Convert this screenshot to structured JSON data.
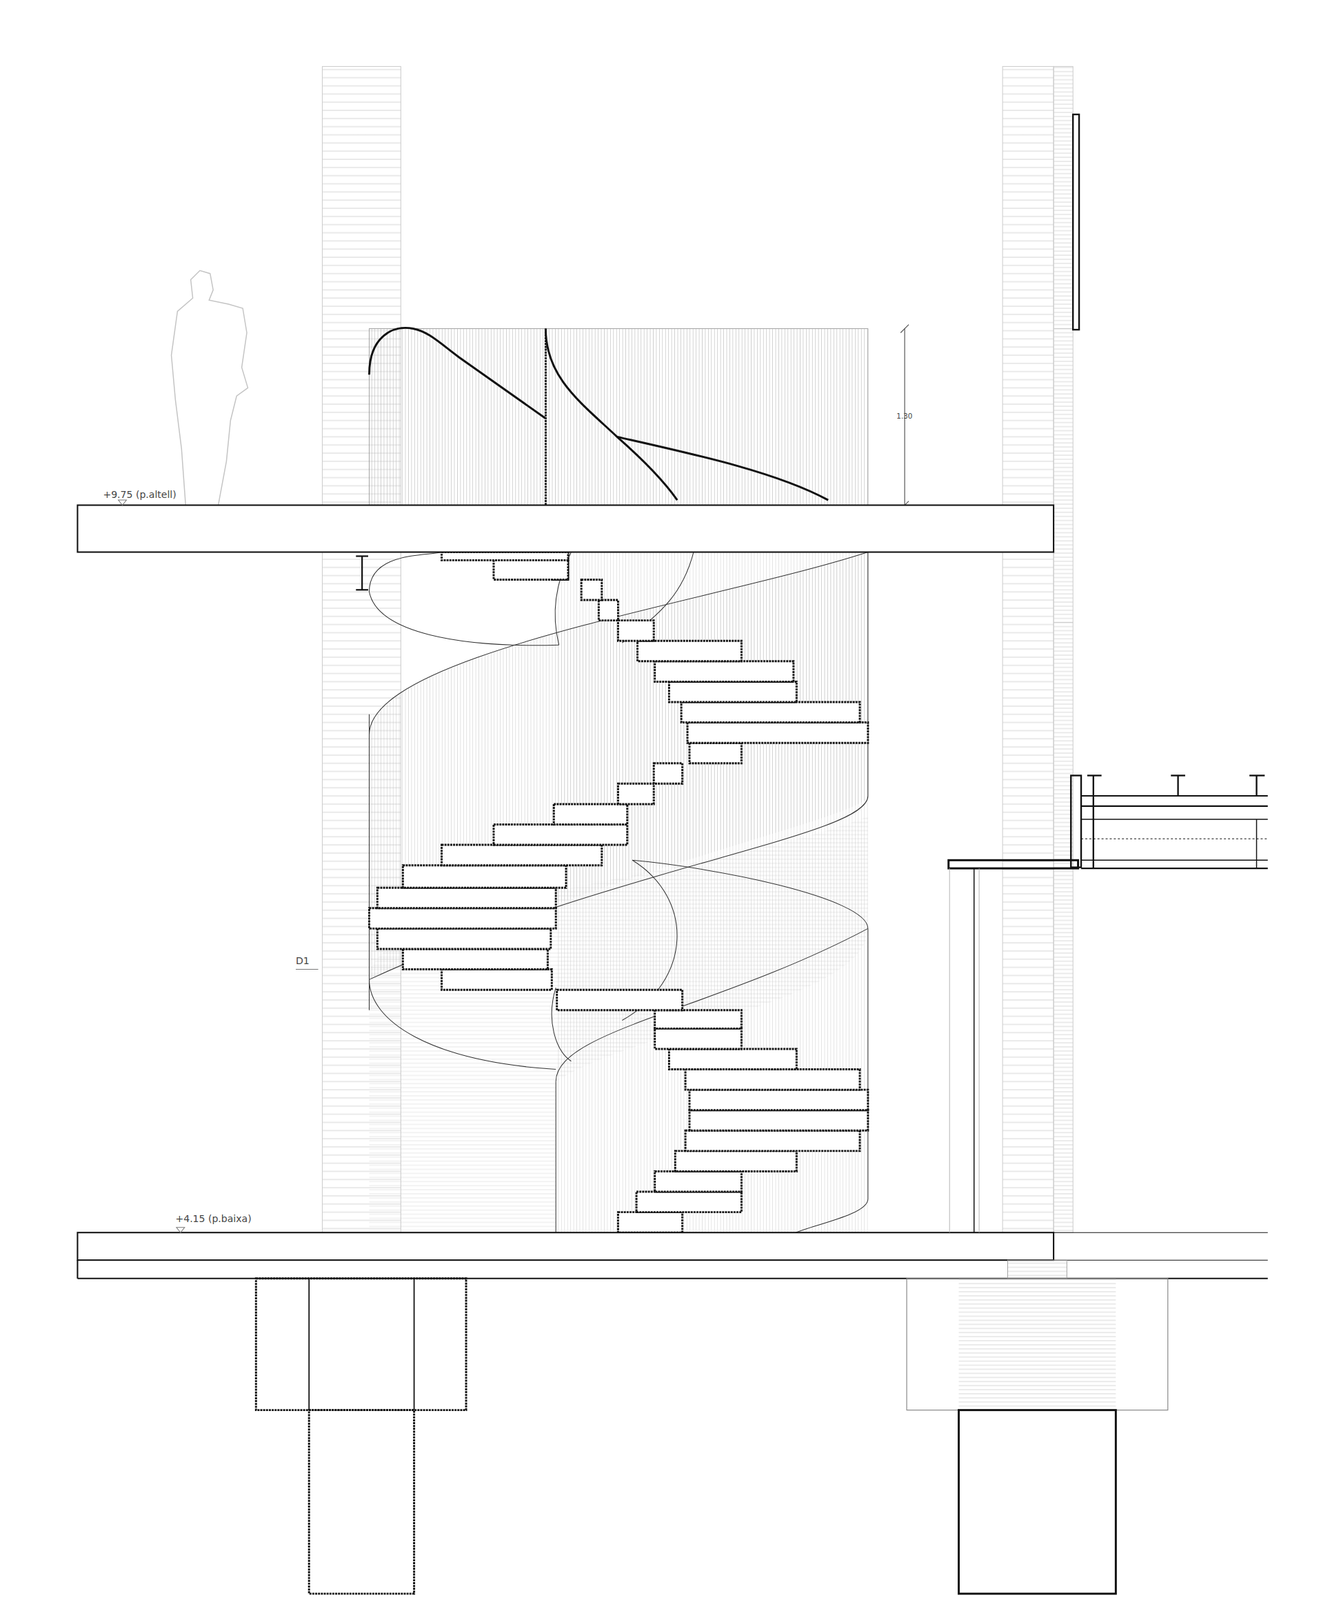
{
  "diagram": {
    "labels": [
      "+9.75 (p.altell)",
      "1.30",
      "+4.15 (p.baixa)",
      "D1"
    ]
  }
}
